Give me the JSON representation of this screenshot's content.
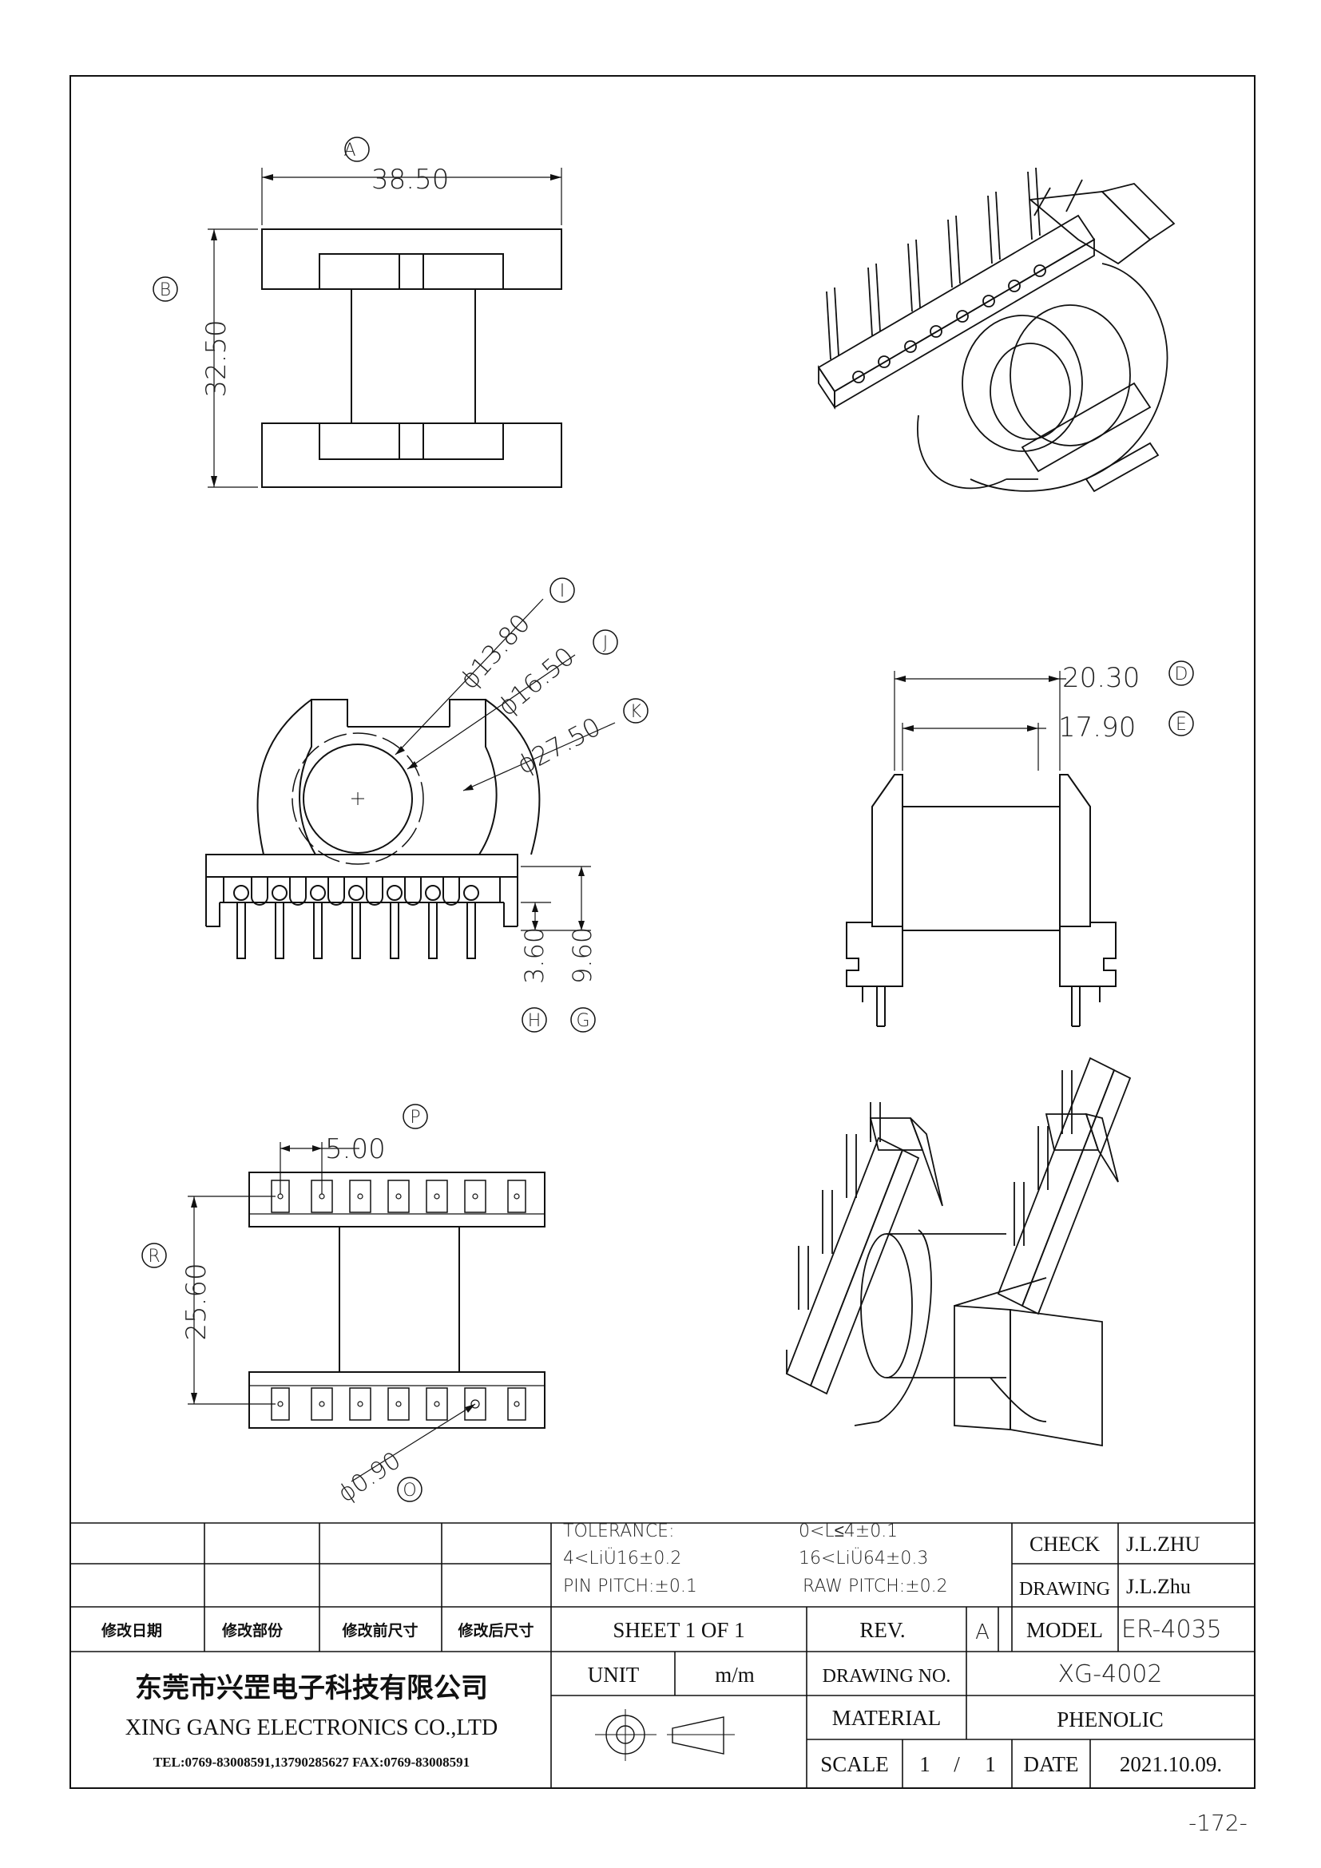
{
  "dimensions": {
    "A": {
      "tag": "A",
      "value": "38.50"
    },
    "B": {
      "tag": "B",
      "value": "32.50"
    },
    "D": {
      "tag": "D",
      "value": "20.30"
    },
    "E": {
      "tag": "E",
      "value": "17.90"
    },
    "G": {
      "tag": "G",
      "value": "9.60"
    },
    "H": {
      "tag": "H",
      "value": "3.60"
    },
    "I": {
      "tag": "I",
      "value": "ϕ13.80"
    },
    "J": {
      "tag": "J",
      "value": "ϕ16.50"
    },
    "K": {
      "tag": "K",
      "value": "ϕ27.50"
    },
    "O": {
      "tag": "O",
      "value": "ϕ0.90"
    },
    "P": {
      "tag": "P",
      "value": "5.00"
    },
    "R": {
      "tag": "R",
      "value": "25.60"
    }
  },
  "title_block": {
    "tolerance_label": "TOLERANCE:",
    "tol_1": "0<L≤4±0.1",
    "tol_2": "4<LiÜ16±0.2",
    "tol_3": "16<LiÜ64±0.3",
    "pin_pitch": "PIN PITCH:±0.1",
    "raw_pitch": "RAW PITCH:±0.2",
    "check_label": "CHECK",
    "check_value": "J.L.ZHU",
    "drawing_label": "DRAWING",
    "drawing_value": "J.L.Zhu",
    "rev_col_1": "修改日期",
    "rev_col_2": "修改部份",
    "rev_col_3": "修改前尺寸",
    "rev_col_4": "修改后尺寸",
    "sheet": "SHEET 1 OF 1",
    "rev_label": "REV.",
    "rev_value": "A",
    "model_label": "MODEL",
    "model_value": "ER-4035",
    "company_cn": "东莞市兴罡电子科技有限公司",
    "company_en": "XING GANG ELECTRONICS CO.,LTD",
    "contact": "TEL:0769-83008591,13790285627 FAX:0769-83008591",
    "unit_label": "UNIT",
    "unit_value": "m/m",
    "drawing_no_label": "DRAWING NO.",
    "drawing_no_value": "XG-4002",
    "material_label": "MATERIAL",
    "material_value": "PHENOLIC",
    "scale_label": "SCALE",
    "scale_num": "1",
    "scale_sep": "/",
    "scale_den": "1",
    "date_label": "DATE",
    "date_value": "2021.10.09."
  },
  "page_number": "-172-"
}
